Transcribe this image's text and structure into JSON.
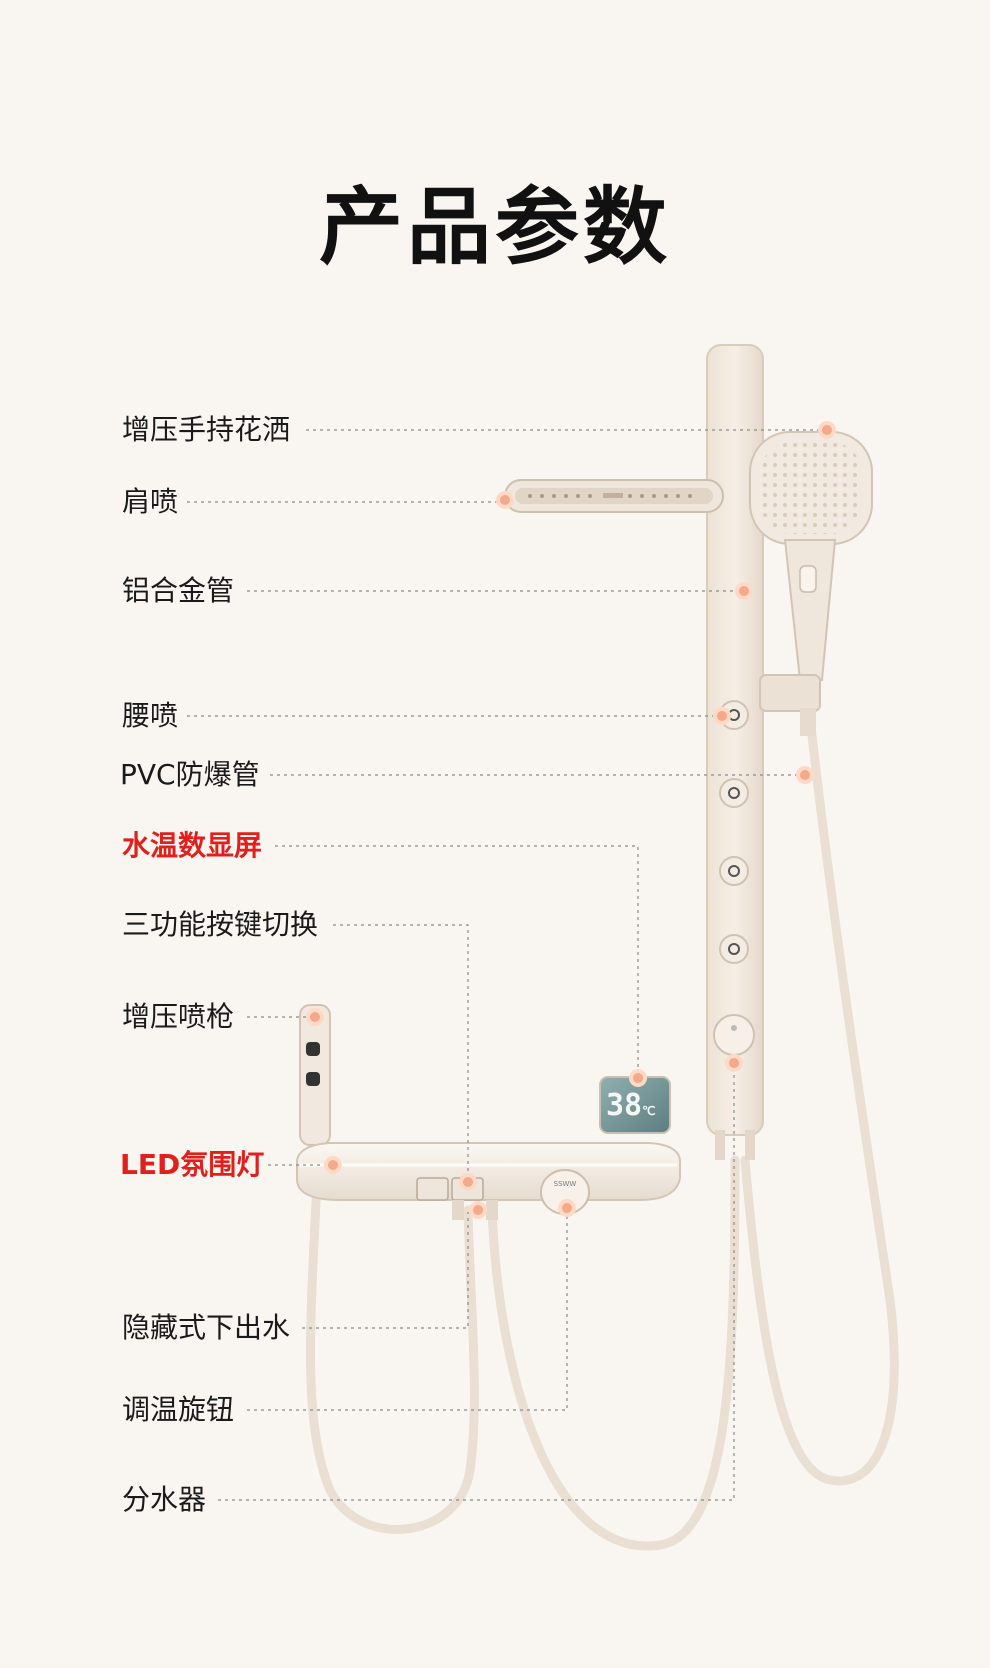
{
  "title": "产品参数",
  "display": {
    "temperature": "38",
    "unit": "℃"
  },
  "mixer_badge": "SSWW",
  "accent_color": "#e0201c",
  "dot_color": "#f3a98a",
  "labels": [
    {
      "id": "booster-handheld-shower",
      "text": "增压手持花洒",
      "highlight": false
    },
    {
      "id": "shoulder-spray",
      "text": "肩喷",
      "highlight": false
    },
    {
      "id": "aluminum-alloy-pipe",
      "text": "铝合金管",
      "highlight": false
    },
    {
      "id": "waist-spray",
      "text": "腰喷",
      "highlight": false
    },
    {
      "id": "pvc-explosion-proof-hose",
      "text": "PVC防爆管",
      "highlight": false
    },
    {
      "id": "water-temp-display",
      "text": "水温数显屏",
      "highlight": true
    },
    {
      "id": "three-function-button-switch",
      "text": "三功能按键切换",
      "highlight": false
    },
    {
      "id": "booster-spray-gun",
      "text": "增压喷枪",
      "highlight": false
    },
    {
      "id": "led-ambient-light",
      "text": "LED氛围灯",
      "highlight": true
    },
    {
      "id": "hidden-bottom-outlet",
      "text": "隐藏式下出水",
      "highlight": false
    },
    {
      "id": "temperature-knob",
      "text": "调温旋钮",
      "highlight": false
    },
    {
      "id": "water-diverter",
      "text": "分水器",
      "highlight": false
    }
  ]
}
